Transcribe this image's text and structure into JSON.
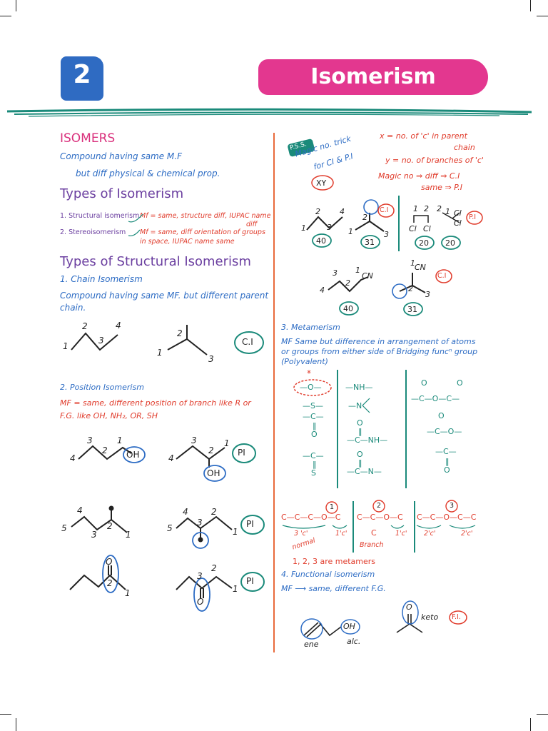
{
  "header": {
    "chapter_number": "2",
    "title": "Isomerism"
  },
  "left": {
    "isomers_heading": "ISOMERS",
    "isomers_def_line1": "Compound having same M.F",
    "isomers_def_line2": "but diff physical & chemical prop.",
    "types_heading": "Types of Isomerism",
    "type1_label": "1. Structural isomerism",
    "type1_desc_line1": "Mf = same, structure diff, IUPAC name",
    "type1_desc_line2": "diff",
    "type2_label": "2. Stereoisomerism",
    "type2_desc_line1": "Mf = same, diff orientation of groups",
    "type2_desc_line2": "in space, IUPAC name same",
    "structural_heading": "Types of Structural Isomerism",
    "chain_title": "1. Chain Isomerism",
    "chain_def_line1": "Compound having same MF. but different parent",
    "chain_def_line2": "chain.",
    "ci_badge": "C.I",
    "position_title": "2. Position Isomerism",
    "position_def_line1": "MF = same, different position of branch like R or",
    "position_def_line2": "F.G. like OH, NH₂, OR, SH",
    "pi_badge": "PI",
    "oh": "OH",
    "o": "O",
    "num": {
      "n1": "1",
      "n2": "2",
      "n3": "3",
      "n4": "4",
      "n5": "5"
    }
  },
  "right": {
    "pss": "P.S.S.",
    "magic_line1": "Magic no. trick",
    "magic_line2": "for CI & P.I",
    "xy": "XY",
    "x_def_line1": "x = no. of 'c' in parent",
    "x_def_line2": "chain",
    "y_def": "y = no. of branches of 'c'",
    "magic_diff": "Magic no ⇒ diff ⇒ C.I",
    "magic_same": "same ⇒ P.I",
    "ci": "C.I",
    "pi": "P.I",
    "n40": "40",
    "n31": "31",
    "n20": "20",
    "cl": "Cl",
    "cn": "CN",
    "metamerism_title": "3. Metamerism",
    "meta_def_line1": "MF Same but difference in arrangement of atoms",
    "meta_def_line2": "or groups from either side of Bridging funcⁿ group",
    "meta_def_line3": "(Polyvalent)",
    "grp_o": "—O—",
    "grp_s": "—S—",
    "grp_c": "—C—",
    "grp_nh": "—NH—",
    "grp_n": "—N",
    "grp_cnh": "—C—NH—",
    "grp_cn": "—C—N—",
    "grp_coc": "—C—O—C—",
    "grp_co": "—C—O—",
    "letter_o": "O",
    "letter_s": "S",
    "star": "*",
    "m1_chain": "C—C—C—O—C",
    "m2_chain": "C—C—O—C",
    "m3_chain": "C—C—O—C—C",
    "c_branch": "C",
    "m_3c": "3 'c'",
    "m_1c": "1'c'",
    "m_2c": "2'c'",
    "normal": "normal",
    "branch": "Branch",
    "m_num1": "1",
    "m_num2": "2",
    "m_num3": "3",
    "metamers_note": "1, 2, 3 are metamers",
    "functional_title": "4. Functional isomerism",
    "functional_def": "MF ⟶ same, different F.G.",
    "fi": "F.I.",
    "keto": "keto",
    "ene": "ene",
    "alc": "alc.",
    "oh": "OH"
  }
}
